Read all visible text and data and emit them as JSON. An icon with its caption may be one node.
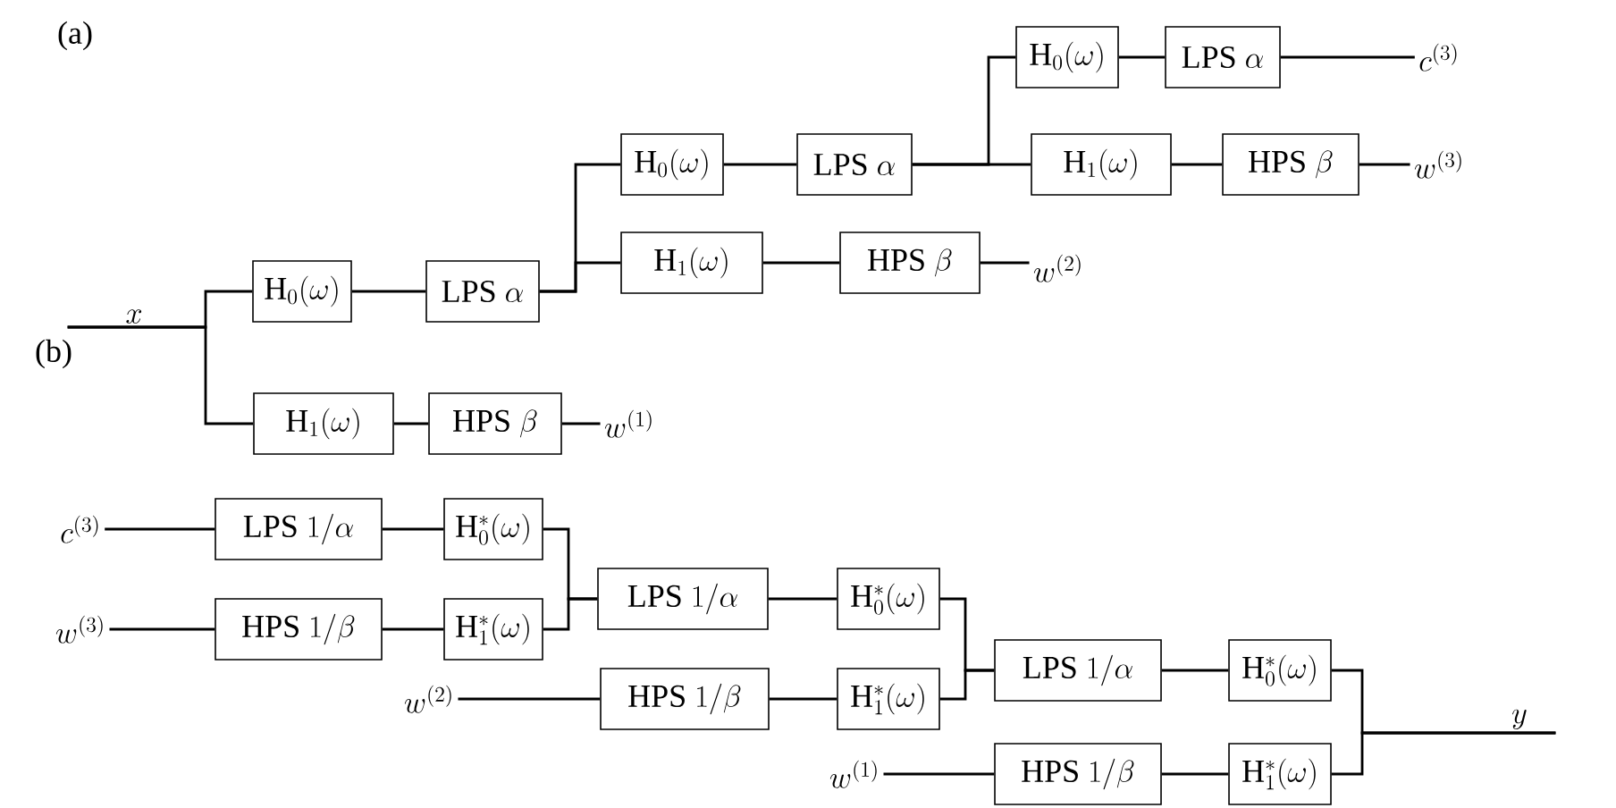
{
  "diagram": {
    "nodes": [
      {
        "text": [
          "x"
        ]
      },
      {
        "text": [
          "\\mathrm{H}_0(\\omega)"
        ]
      },
      {
        "text": [
          "\\mathrm{LPS}\\ \\alpha"
        ]
      },
      {
        "text": [
          "\\mathrm{H}_1(\\omega)"
        ]
      },
      {
        "text": [
          "\\mathrm{HPS}\\ \\beta"
        ]
      },
      {
        "text": [
          "w^{(1)}"
        ]
      },
      {
        "text": [
          "\\mathrm{H}_0(\\omega)"
        ]
      },
      {
        "text": [
          "\\mathrm{LPS}\\ \\alpha"
        ]
      },
      {
        "text": [
          "\\mathrm{H}_1(\\omega)"
        ]
      },
      {
        "text": [
          "\\mathrm{HPS}\\ \\beta"
        ]
      },
      {
        "text": [
          "w^{(2)}"
        ]
      },
      {
        "text": [
          "\\mathrm{H}_0(\\omega)"
        ]
      },
      {
        "text": [
          "\\mathrm{LPS}\\ \\alpha"
        ]
      },
      {
        "text": [
          "\\mathrm{H}_1(\\omega)"
        ]
      },
      {
        "text": [
          "\\mathrm{HPS}\\ \\beta"
        ]
      },
      {
        "text": [
          "c^{(3)}"
        ]
      },
      {
        "text": [
          "w^{(3)}"
        ]
      },
      {
        "text": [
          "c^{(3)}"
        ]
      },
      {
        "text": [
          "w^{(3)}"
        ]
      },
      {
        "text": [
          "\\mathrm{LPS}\\ 1/\\alpha"
        ]
      },
      {
        "text": [
          "\\mathrm{HPS}\\ 1/\\beta"
        ]
      },
      {
        "text": [
          "\\mathrm{H}_0^*(\\omega)"
        ]
      },
      {
        "text": [
          "\\mathrm{H}_1^*(\\omega)"
        ]
      },
      {
        "text": [
          "w^{(2)}"
        ]
      },
      {
        "text": [
          "\\mathrm{LPS}\\ 1/\\alpha"
        ]
      },
      {
        "text": [
          "\\mathrm{HPS}\\ 1/\\beta"
        ]
      },
      {
        "text": [
          "\\mathrm{H}_0^*(\\omega)"
        ]
      },
      {
        "text": [
          "\\mathrm{H}_1^*(\\omega)"
        ]
      },
      {
        "text": [
          "w^{(1)}"
        ]
      },
      {
        "text": [
          "\\mathrm{LPS}\\ 1/\\alpha"
        ]
      },
      {
        "text": [
          "\\mathrm{HPS}\\ 1/\\beta"
        ]
      },
      {
        "text": [
          "\\mathrm{H}_0^*(\\omega)"
        ]
      },
      {
        "text": [
          "\\mathrm{H}_1^*(\\omega)"
        ]
      },
      {
        "text": [
          "y"
        ]
      }
    ],
    "edges": [
      {
        "from": 0,
        "to": 1,
        "arrow": "none"
      },
      {
        "from": 0,
        "to": 3,
        "arrow": "none"
      },
      {
        "from": 1,
        "to": 2,
        "arrow": "none"
      },
      {
        "from": 3,
        "to": 4,
        "arrow": "none"
      },
      {
        "from": 4,
        "to": 5,
        "arrow": "none"
      },
      {
        "from": 2,
        "to": 6,
        "arrow": "none"
      },
      {
        "from": 2,
        "to": 8,
        "arrow": "none"
      },
      {
        "from": 6,
        "to": 7,
        "arrow": "none"
      },
      {
        "from": 8,
        "to": 9,
        "arrow": "none"
      },
      {
        "from": 9,
        "to": 10,
        "arrow": "none"
      },
      {
        "from": 7,
        "to": 11,
        "arrow": "none"
      },
      {
        "from": 7,
        "to": 13,
        "arrow": "none"
      },
      {
        "from": 11,
        "to": 12,
        "arrow": "none"
      },
      {
        "from": 13,
        "to": 14,
        "arrow": "none"
      },
      {
        "from": 12,
        "to": 15,
        "arrow": "none"
      },
      {
        "from": 14,
        "to": 16,
        "arrow": "none"
      },
      {
        "from": 17,
        "to": 19,
        "arrow": "none"
      },
      {
        "from": 18,
        "to": 20,
        "arrow": "none"
      },
      {
        "from": 19,
        "to": 21,
        "arrow": "none"
      },
      {
        "from": 20,
        "to": 22,
        "arrow": "none"
      },
      {
        "from": 21,
        "to": 24,
        "arrow": "none"
      },
      {
        "from": 22,
        "to": 24,
        "arrow": "none"
      },
      {
        "from": 23,
        "to": 25,
        "arrow": "none"
      },
      {
        "from": 24,
        "to": 26,
        "arrow": "none"
      },
      {
        "from": 25,
        "to": 27,
        "arrow": "none"
      },
      {
        "from": 26,
        "to": 29,
        "arrow": "none"
      },
      {
        "from": 27,
        "to": 29,
        "arrow": "none"
      },
      {
        "from": 28,
        "to": 30,
        "arrow": "none"
      },
      {
        "from": 29,
        "to": 31,
        "arrow": "none"
      },
      {
        "from": 30,
        "to": 32,
        "arrow": "none"
      },
      {
        "from": 31,
        "to": 33,
        "arrow": "none"
      },
      {
        "from": 32,
        "to": 33,
        "arrow": "none"
      }
    ],
    "labels": [
      "(a)",
      "(b)"
    ]
  }
}
